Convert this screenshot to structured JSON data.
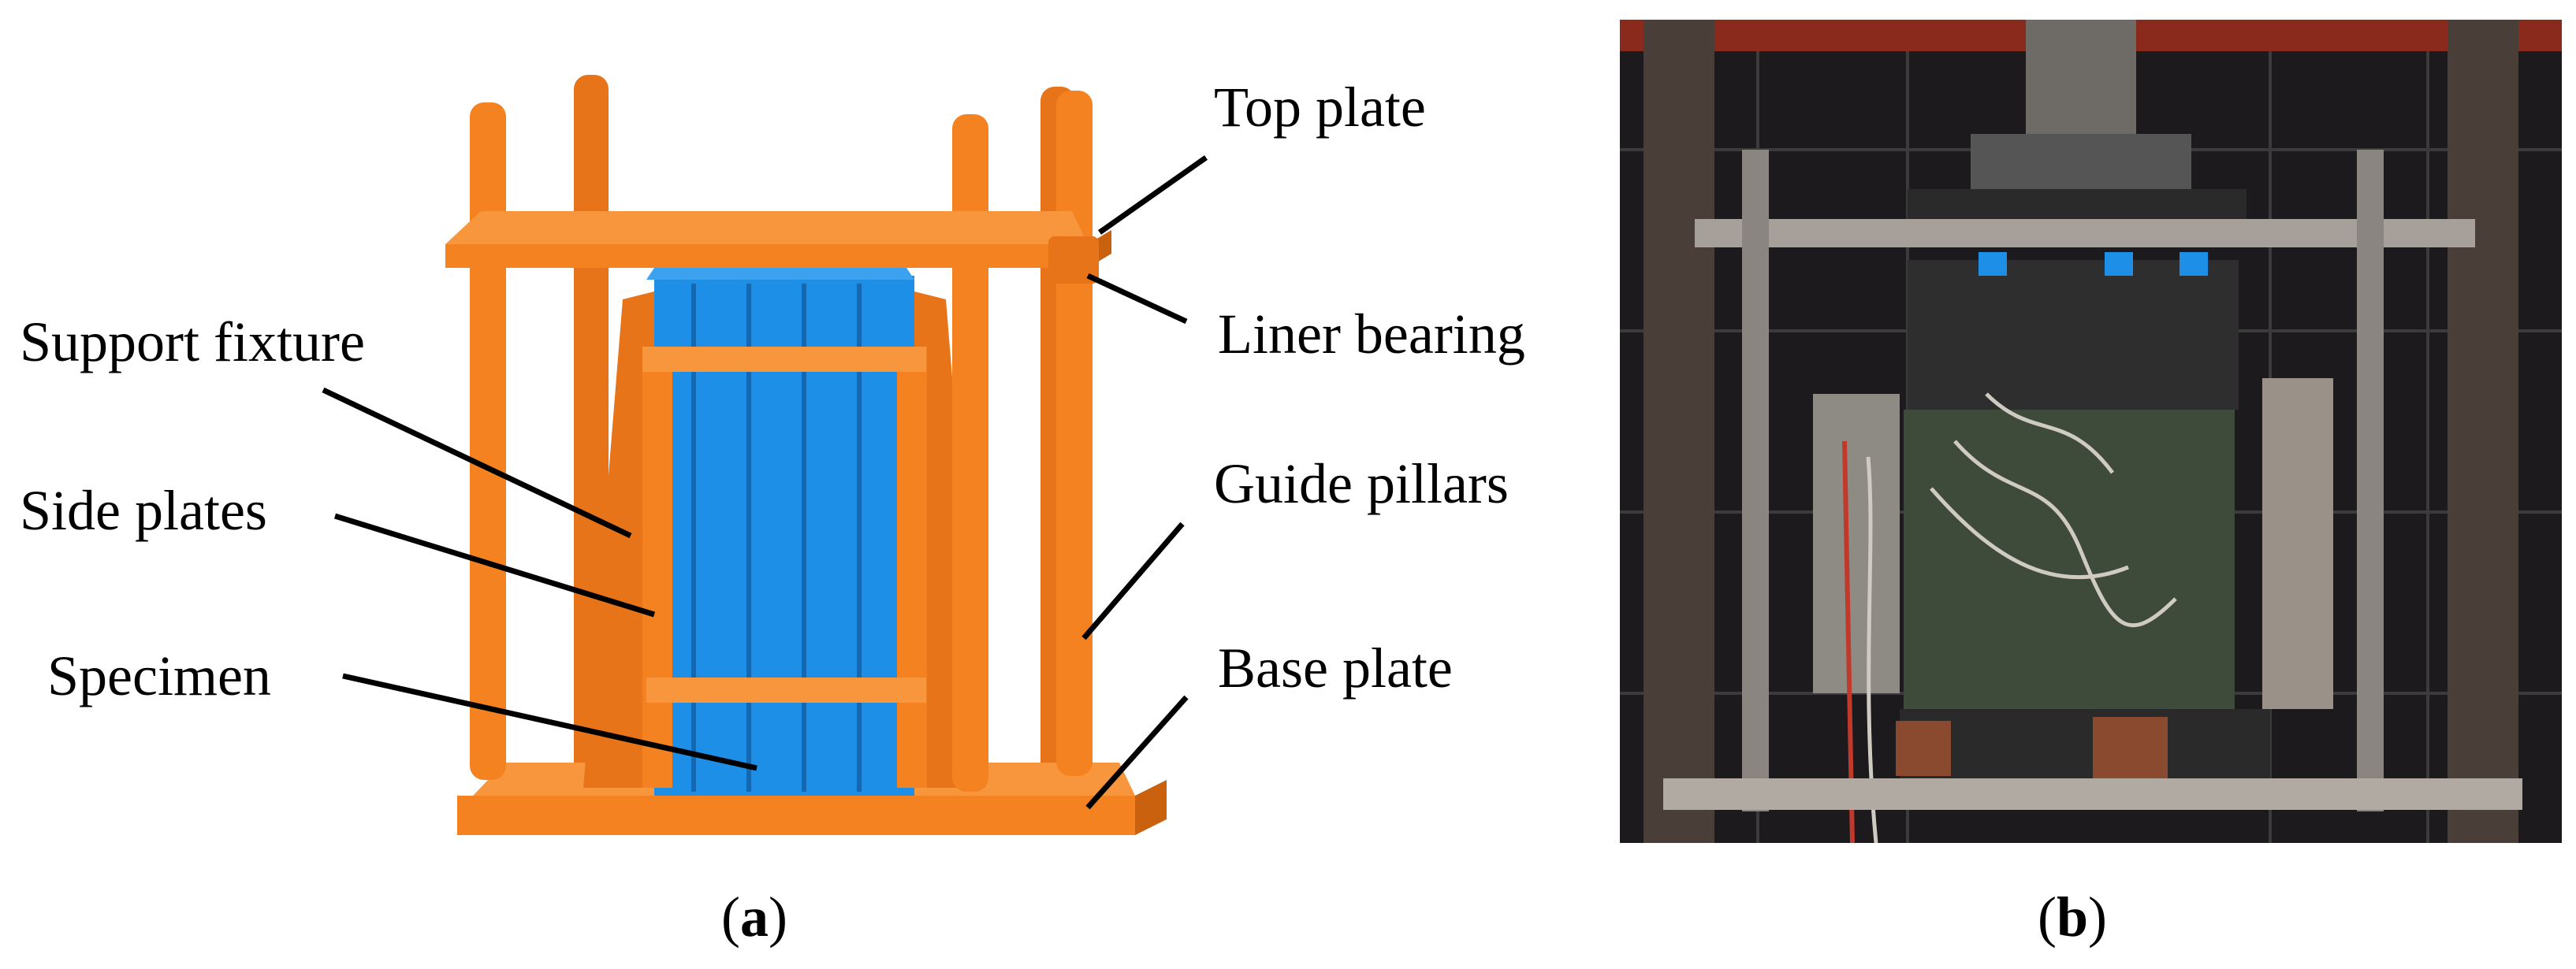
{
  "panel_a": {
    "labels": {
      "top_plate": "Top plate",
      "liner_bearing": "Liner bearing",
      "support_fixture": "Support fixture",
      "guide_pillars": "Guide pillars",
      "side_plates": "Side plates",
      "specimen": "Specimen",
      "base_plate": "Base plate"
    },
    "caption": {
      "open": "(",
      "letter": "a",
      "close": ")"
    }
  },
  "panel_b": {
    "caption": {
      "open": "(",
      "letter": "b",
      "close": ")"
    }
  },
  "colors": {
    "frame_orange": "#F58220",
    "frame_orange_dark": "#C9610E",
    "specimen_blue": "#1E8FE6",
    "specimen_blue_dark": "#1467B0",
    "photo_dark": "#1c1a1c"
  }
}
